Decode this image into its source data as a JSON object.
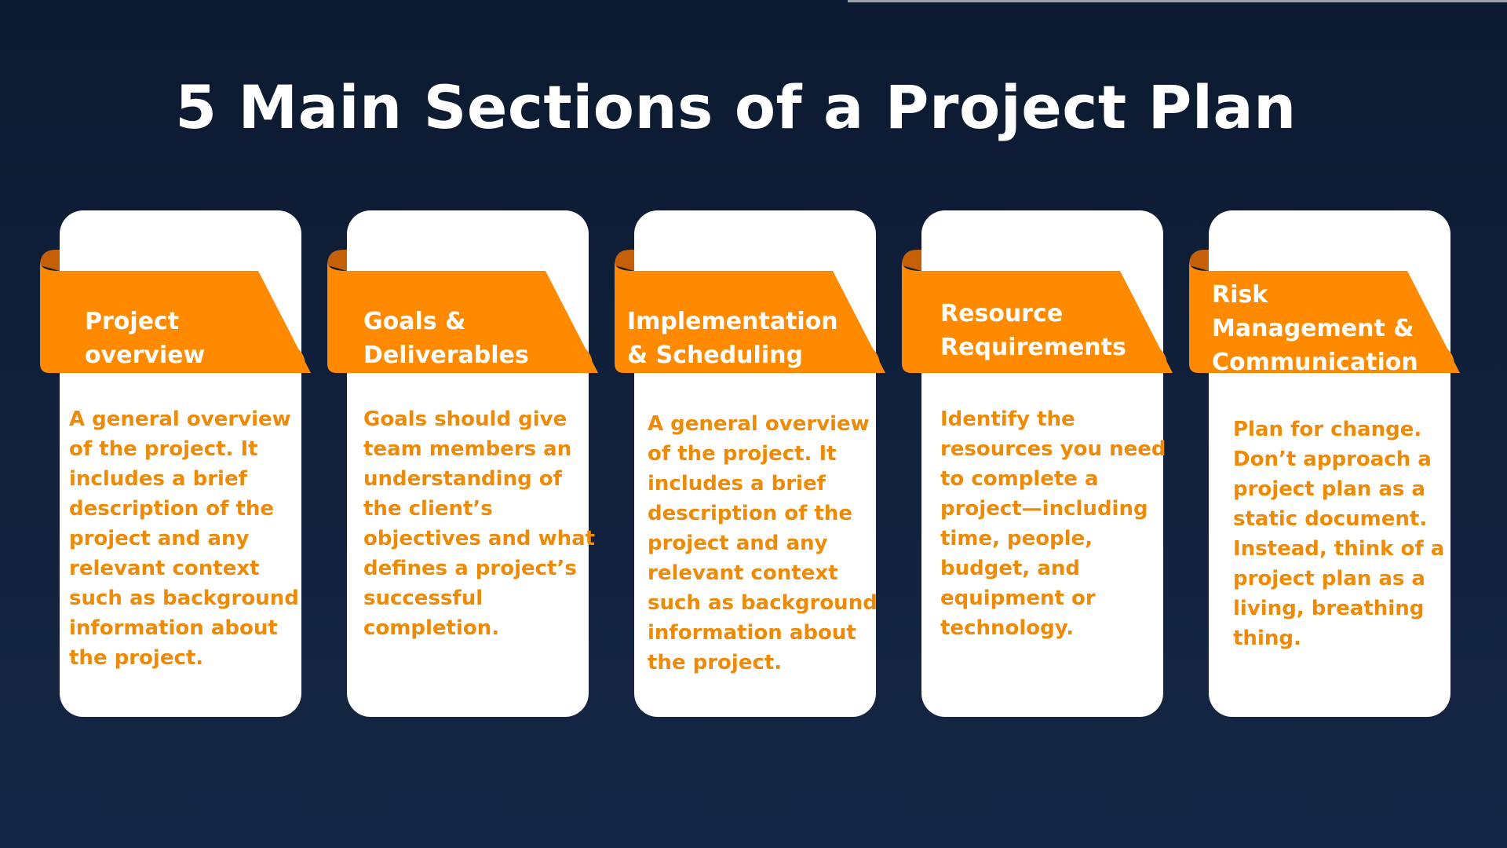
{
  "title": "5 Main Sections of a Project Plan",
  "colors": {
    "background": "#0f1f38",
    "accent": "#ff8a00",
    "accent_dark": "#c55f08",
    "description_text": "#ee8a06",
    "card": "#ffffff"
  },
  "cards": [
    {
      "heading": "Project\noverview",
      "description": "A general overview\nof the project. It\nincludes a brief\ndescription of the\nproject and any\nrelevant context\nsuch as background\ninformation about\nthe project."
    },
    {
      "heading": "Goals &\nDeliverables",
      "description": " Goals should give\nteam members an\nunderstanding of\nthe client’s\nobjectives and what\ndefines a project’s\nsuccessful\ncompletion."
    },
    {
      "heading": "Implementation\n& Scheduling",
      "description": "A general overview\nof the project. It\nincludes a brief\ndescription of the\nproject and any\nrelevant context\nsuch as background\ninformation about\nthe project."
    },
    {
      "heading": "Resource\nRequirements",
      "description": "Identify the\nresources you need\nto complete a\nproject—including\ntime, people,\nbudget, and\nequipment or\ntechnology."
    },
    {
      "heading": "Risk\nManagement &\nCommunication",
      "description": "Plan for change.\nDon’t approach a\nproject plan as a\nstatic document.\nInstead, think of a\nproject plan as a\nliving, breathing\nthing."
    }
  ]
}
